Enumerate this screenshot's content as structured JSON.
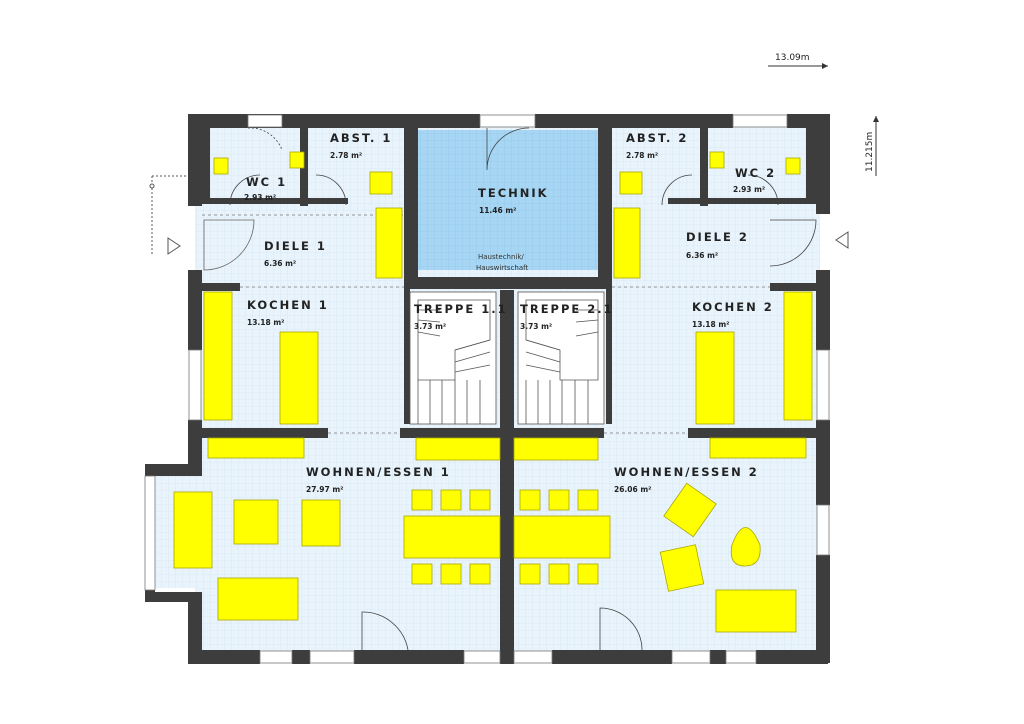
{
  "colors": {
    "wall": "#3d3d3d",
    "floor": "#e6f2fb",
    "technik": "#9fd3f2",
    "furniture": "#ffff00",
    "furniture_stroke": "#b5b500"
  },
  "dimensions": {
    "width": "13.09m",
    "height": "11.215m"
  },
  "rooms": {
    "wc1": {
      "name": "WC 1",
      "area": "2.93 m²"
    },
    "abst1": {
      "name": "ABST. 1",
      "area": "2.78 m²"
    },
    "technik": {
      "name": "TECHNIK",
      "area": "11.46 m²",
      "note1": "Haustechnik/",
      "note2": "Hauswirtschaft"
    },
    "abst2": {
      "name": "ABST. 2",
      "area": "2.78 m²"
    },
    "wc2": {
      "name": "WC 2",
      "area": "2.93 m²"
    },
    "diele1": {
      "name": "DIELE 1",
      "area": "6.36 m²"
    },
    "diele2": {
      "name": "DIELE 2",
      "area": "6.36 m²"
    },
    "kochen1": {
      "name": "KOCHEN 1",
      "area": "13.18 m²"
    },
    "treppe11": {
      "name": "TREPPE 1.1",
      "area": "3.73 m²"
    },
    "treppe21": {
      "name": "TREPPE 2.1",
      "area": "3.73 m²"
    },
    "kochen2": {
      "name": "KOCHEN 2",
      "area": "13.18 m²"
    },
    "wohnen1": {
      "name": "WOHNEN/ESSEN 1",
      "area": "27.97 m²"
    },
    "wohnen2": {
      "name": "WOHNEN/ESSEN 2",
      "area": "26.06 m²"
    }
  }
}
